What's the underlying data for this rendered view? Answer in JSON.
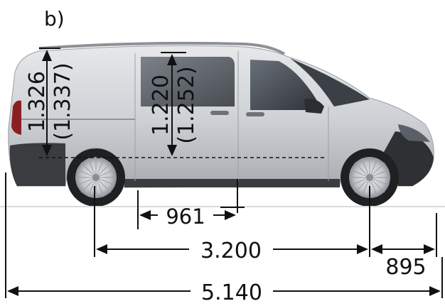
{
  "panel_label": "b)",
  "dimensions": {
    "load_height": "1.326",
    "load_height_alt": "(1.337)",
    "door_height": "1.220",
    "door_height_alt": "(1.252)",
    "door_width": "961",
    "wheelbase": "3.200",
    "front_overhang": "895",
    "overall_length": "5.140"
  },
  "colors": {
    "body": "#c9ccd0",
    "body_shade": "#a9adb2",
    "bumper": "#3a3c3f",
    "glass": "#4a5058",
    "line": "#111111"
  }
}
